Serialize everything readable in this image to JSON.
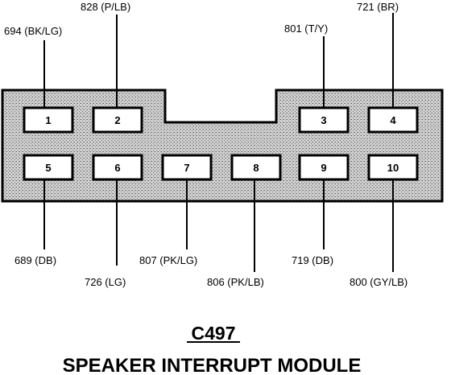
{
  "connector": {
    "id": "C497",
    "name": "SPEAKER INTERRUPT MODULE"
  },
  "pins": [
    {
      "number": "1",
      "wire": "694 (BK/LG)"
    },
    {
      "number": "2",
      "wire": "828 (P/LB)"
    },
    {
      "number": "3",
      "wire": "801 (T/Y)"
    },
    {
      "number": "4",
      "wire": "721 (BR)"
    },
    {
      "number": "5",
      "wire": "689 (DB)"
    },
    {
      "number": "6",
      "wire": "726 (LG)"
    },
    {
      "number": "7",
      "wire": "807 (PK/LG)"
    },
    {
      "number": "8",
      "wire": "806 (PK/LB)"
    },
    {
      "number": "9",
      "wire": "719 (DB)"
    },
    {
      "number": "10",
      "wire": "800 (GY/LB)"
    }
  ]
}
